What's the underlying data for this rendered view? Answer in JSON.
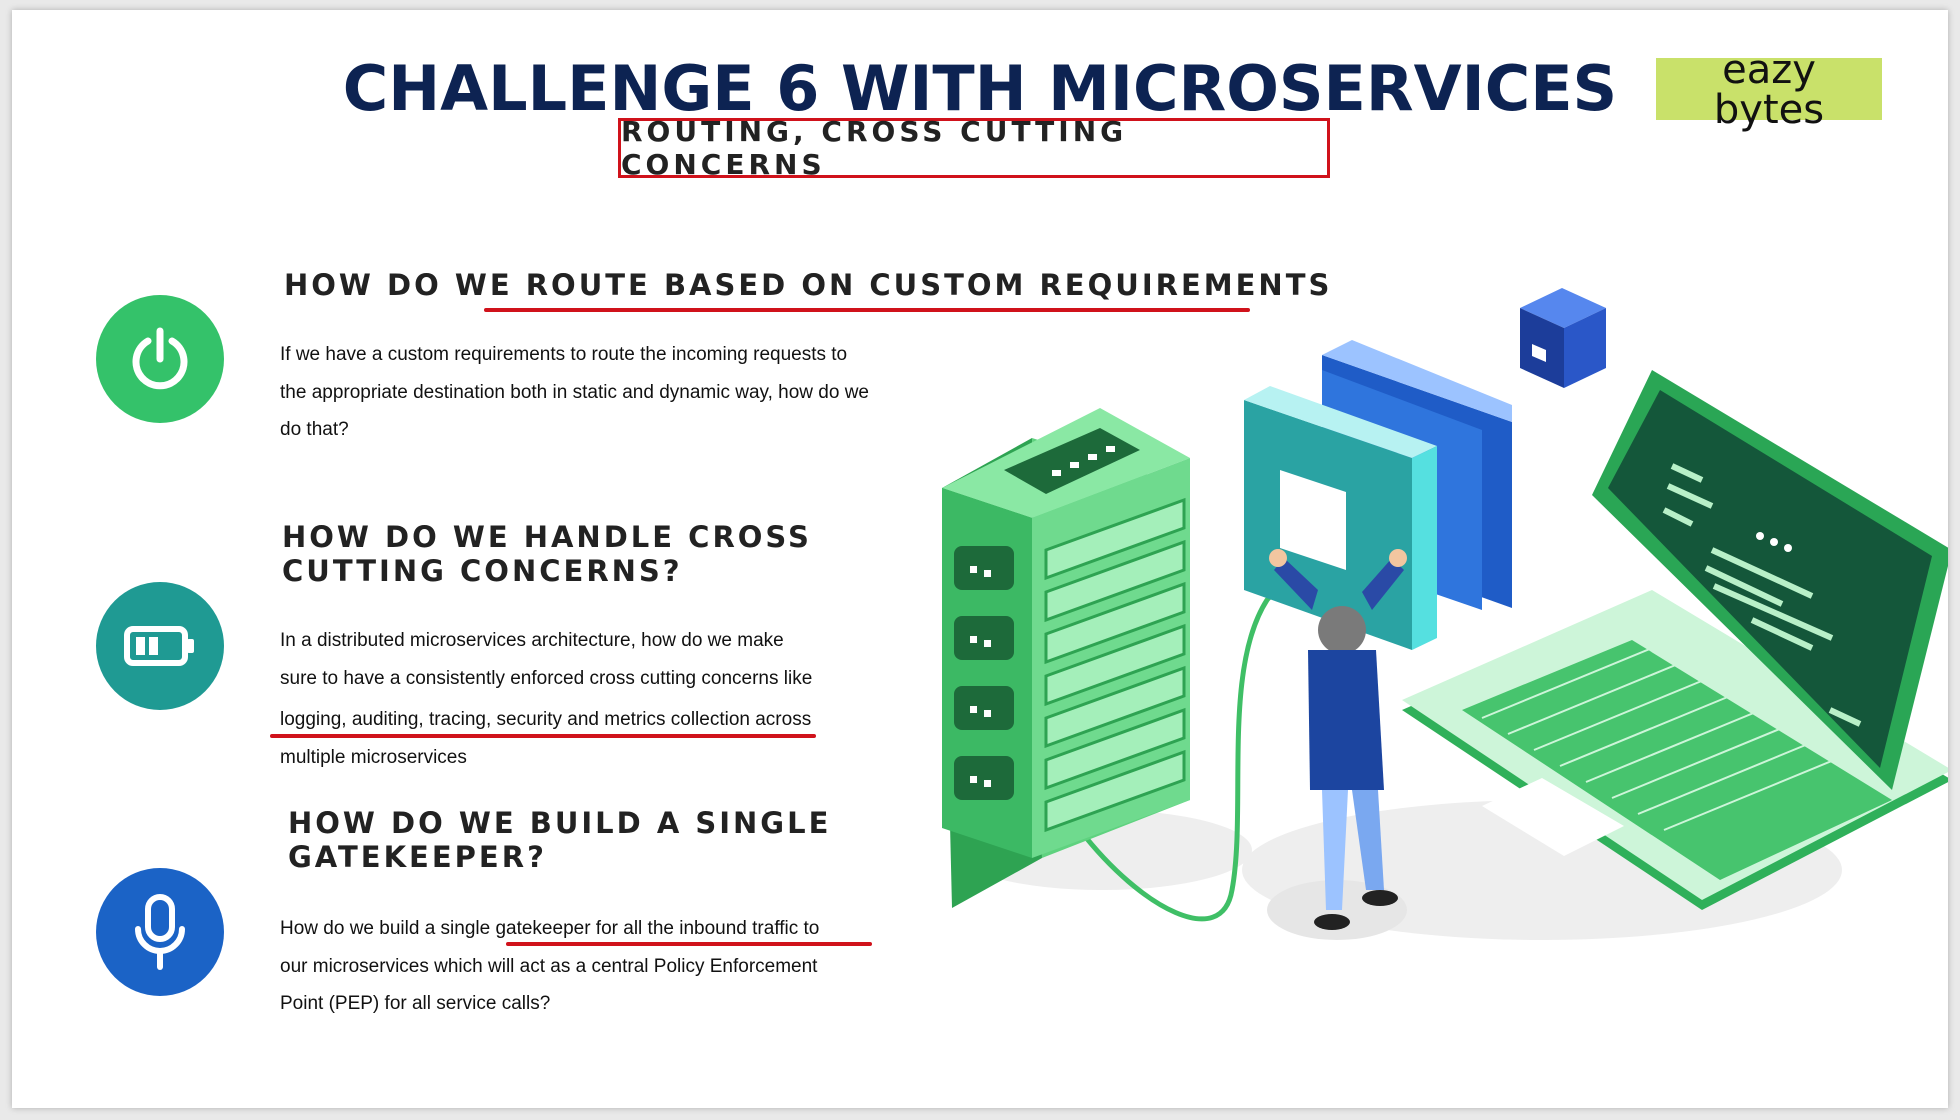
{
  "slide": {
    "title": "CHALLENGE 6 WITH MICROSERVICES",
    "subtitle": "ROUTING, CROSS CUTTING CONCERNS",
    "logo": {
      "line1": "eazy",
      "line2": "bytes"
    }
  },
  "sections": [
    {
      "icon": "power-icon",
      "heading": "HOW DO WE ROUTE BASED ON CUSTOM REQUIREMENTS",
      "body_lines": [
        "If we have a custom requirements to route the incoming requests to",
        "the appropriate destination both in static and dynamic way, how do we",
        "do that?"
      ]
    },
    {
      "icon": "battery-icon",
      "heading_lines": [
        "HOW DO WE HANDLE CROSS",
        "CUTTING CONCERNS?"
      ],
      "body_lines": [
        "In a distributed microservices architecture, how do we make",
        "sure to have a consistently enforced cross cutting concerns like",
        "logging, auditing, tracing, security and metrics collection across",
        "multiple microservices"
      ]
    },
    {
      "icon": "microphone-icon",
      "heading_lines": [
        "HOW DO WE BUILD A SINGLE",
        "GATEKEEPER?"
      ],
      "body_lines": [
        "How do we build a single gatekeeper for all the inbound traffic to",
        "our microservices which will act as a central Policy Enforcement",
        "Point (PEP) for all service calls?"
      ]
    }
  ],
  "colors": {
    "title": "#0d2352",
    "accent_red": "#d0121b",
    "logo_bg": "#c9e16a",
    "icon_green": "#34c26a",
    "icon_teal": "#1f9a93",
    "icon_blue": "#1b63c6"
  }
}
